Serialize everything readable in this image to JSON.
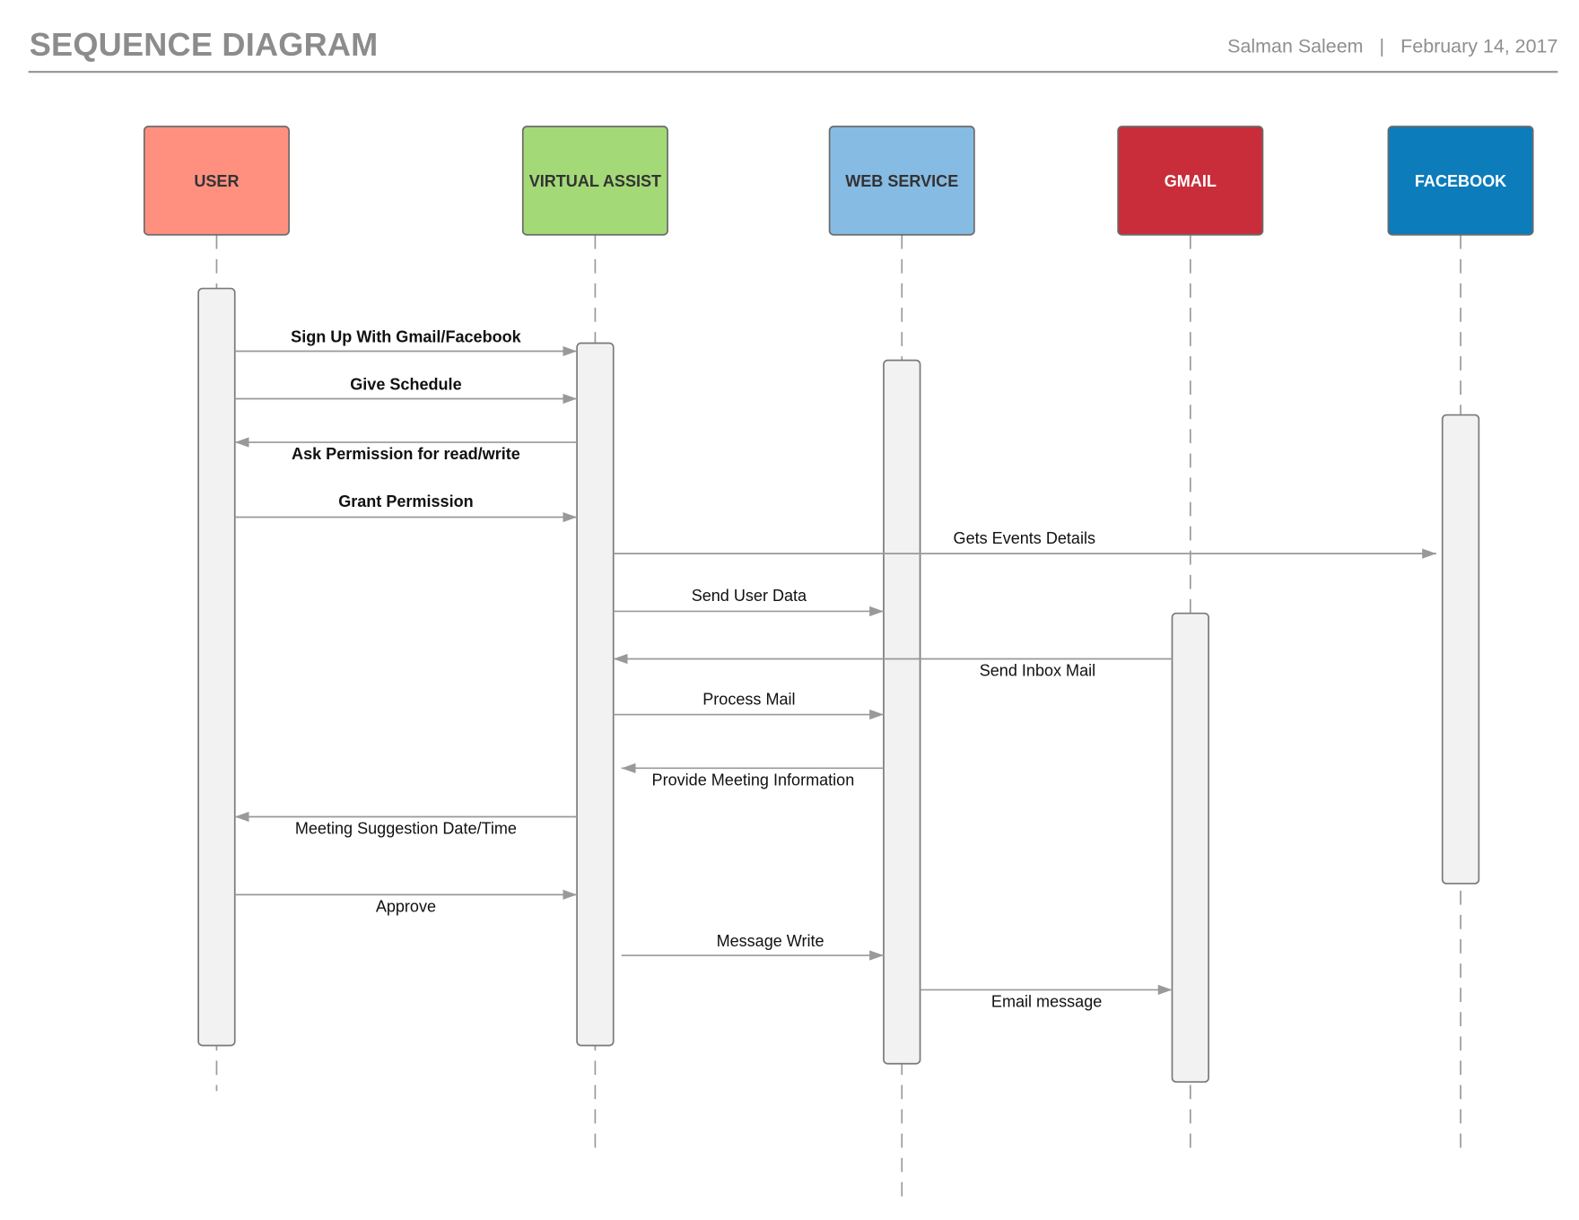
{
  "header": {
    "title": "SEQUENCE DIAGRAM",
    "author": "Salman Saleem",
    "separator": "|",
    "date": "February 14, 2017"
  },
  "participants": [
    {
      "id": "user",
      "label": "USER",
      "color": "#ff9080",
      "text_color": "#333333"
    },
    {
      "id": "va",
      "label": "VIRTUAL ASSIST",
      "color": "#a3d977",
      "text_color": "#333333"
    },
    {
      "id": "ws",
      "label": "WEB SERVICE",
      "color": "#86bbe3",
      "text_color": "#333333"
    },
    {
      "id": "gmail",
      "label": "GMAIL",
      "color": "#c92d39",
      "text_color": "#ffffff"
    },
    {
      "id": "fb",
      "label": "FACEBOOK",
      "color": "#0c7cba",
      "text_color": "#ffffff"
    }
  ],
  "messages": [
    {
      "from": "user",
      "to": "va",
      "label": "Sign Up With Gmail/Facebook",
      "bold": true
    },
    {
      "from": "user",
      "to": "va",
      "label": "Give Schedule",
      "bold": true
    },
    {
      "from": "va",
      "to": "user",
      "label": "Ask Permission for read/write",
      "bold": true
    },
    {
      "from": "user",
      "to": "va",
      "label": "Grant Permission",
      "bold": true
    },
    {
      "from": "va",
      "to": "fb",
      "label": "Gets Events Details",
      "bold": false
    },
    {
      "from": "va",
      "to": "ws",
      "label": "Send User Data",
      "bold": false
    },
    {
      "from": "gmail",
      "to": "va",
      "label": "Send Inbox Mail",
      "bold": false
    },
    {
      "from": "va",
      "to": "ws",
      "label": "Process Mail",
      "bold": false
    },
    {
      "from": "ws",
      "to": "va",
      "label": "Provide Meeting Information",
      "bold": false
    },
    {
      "from": "va",
      "to": "user",
      "label": "Meeting Suggestion Date/Time",
      "bold": false
    },
    {
      "from": "user",
      "to": "va",
      "label": "Approve",
      "bold": false
    },
    {
      "from": "va",
      "to": "ws",
      "label": "Message Write",
      "bold": false
    },
    {
      "from": "ws",
      "to": "gmail",
      "label": "Email message",
      "bold": false
    }
  ]
}
